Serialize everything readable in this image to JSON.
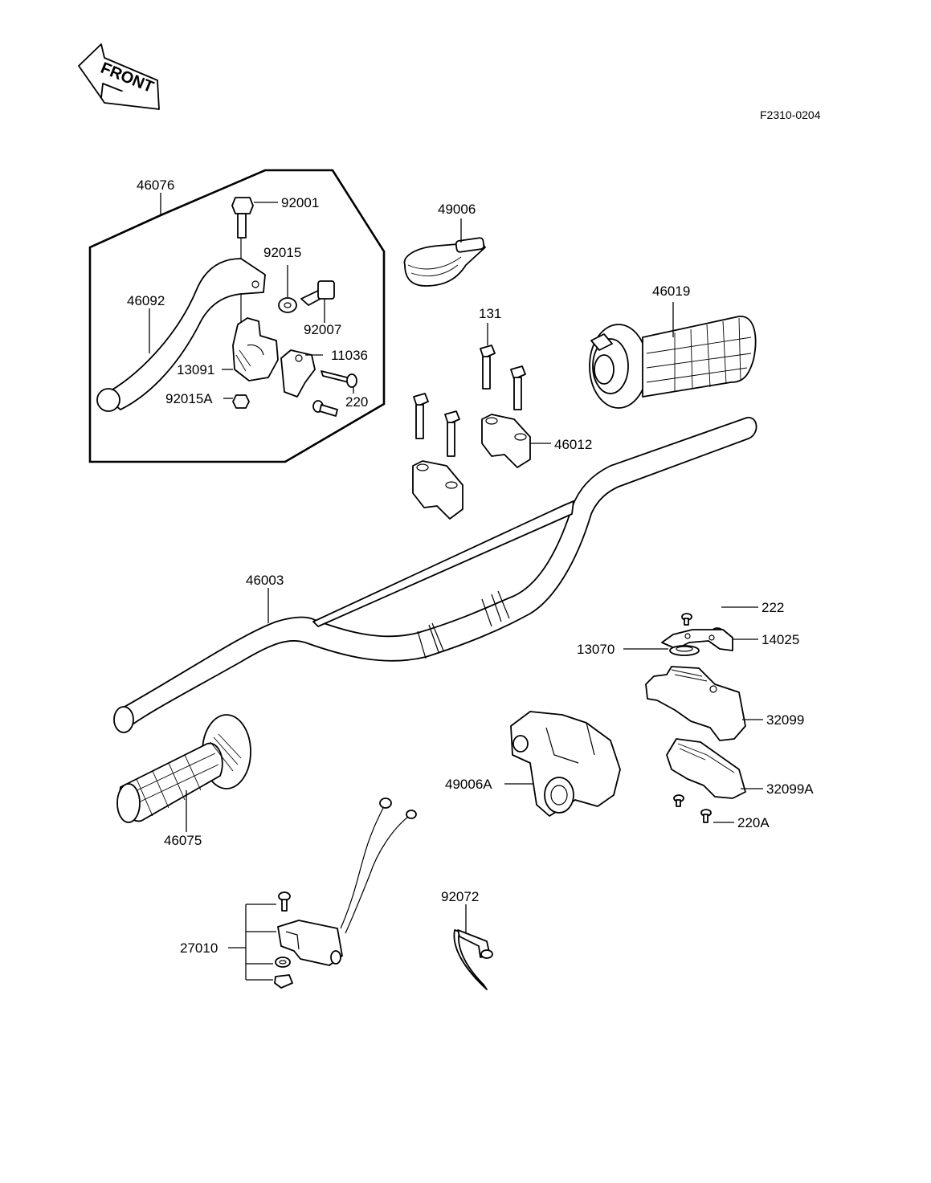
{
  "diagram": {
    "front_label": "FRONT",
    "figure_code": "F2310-0204"
  },
  "parts": {
    "p46076": "46076",
    "p92001": "92001",
    "p92015": "92015",
    "p46092": "46092",
    "p92007": "92007",
    "p11036": "11036",
    "p13091": "13091",
    "p92015A": "92015A",
    "p220": "220",
    "p49006": "49006",
    "p46019": "46019",
    "p131": "131",
    "p46012": "46012",
    "p46003": "46003",
    "p222": "222",
    "p14025": "14025",
    "p13070": "13070",
    "p32099": "32099",
    "p49006A": "49006A",
    "p32099A": "32099A",
    "p220A": "220A",
    "p46075": "46075",
    "p92072": "92072",
    "p27010": "27010"
  }
}
